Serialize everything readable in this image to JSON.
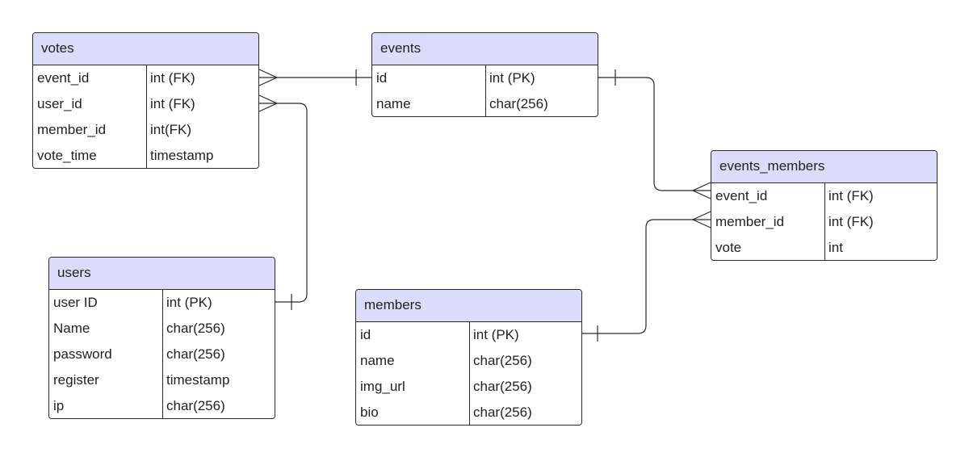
{
  "entities": {
    "votes": {
      "title": "votes",
      "rows": [
        {
          "name": "event_id",
          "type": "int (FK)"
        },
        {
          "name": "user_id",
          "type": "int (FK)"
        },
        {
          "name": "member_id",
          "type": "int(FK)"
        },
        {
          "name": "vote_time",
          "type": "timestamp"
        }
      ]
    },
    "events": {
      "title": "events",
      "rows": [
        {
          "name": "id",
          "type": "int (PK)"
        },
        {
          "name": "name",
          "type": "char(256)"
        }
      ]
    },
    "events_members": {
      "title": "events_members",
      "rows": [
        {
          "name": "event_id",
          "type": "int (FK)"
        },
        {
          "name": "member_id",
          "type": "int (FK)"
        },
        {
          "name": "vote",
          "type": "int"
        }
      ]
    },
    "users": {
      "title": "users",
      "rows": [
        {
          "name": "user ID",
          "type": "int (PK)"
        },
        {
          "name": "Name",
          "type": "char(256)"
        },
        {
          "name": "password",
          "type": "char(256)"
        },
        {
          "name": "register",
          "type": "timestamp"
        },
        {
          "name": "ip",
          "type": "char(256)"
        }
      ]
    },
    "members": {
      "title": "members",
      "rows": [
        {
          "name": "id",
          "type": "int (PK)"
        },
        {
          "name": "name",
          "type": "char(256)"
        },
        {
          "name": "img_url",
          "type": "char(256)"
        },
        {
          "name": "bio",
          "type": "char(256)"
        }
      ]
    }
  },
  "colors": {
    "header_fill": "#dcdcfa",
    "border": "#2a2a2a",
    "text": "#222222"
  }
}
